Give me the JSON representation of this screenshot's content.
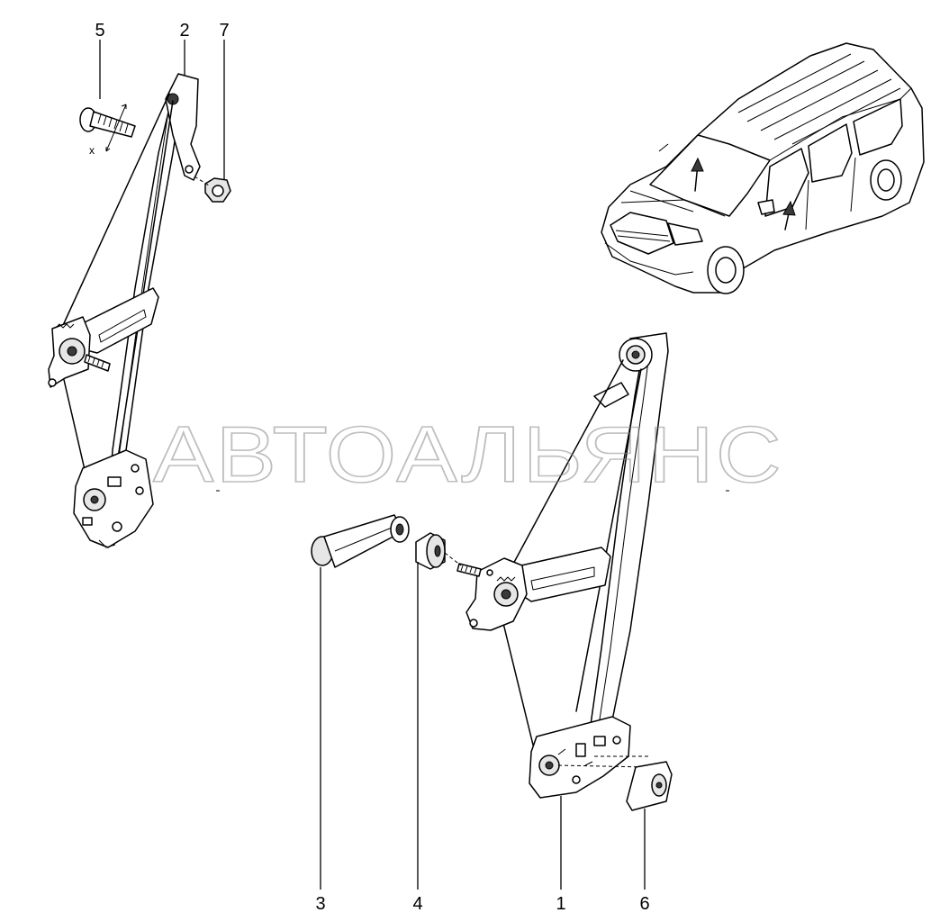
{
  "callouts": [
    {
      "id": "5",
      "label": "5"
    },
    {
      "id": "2",
      "label": "2"
    },
    {
      "id": "7",
      "label": "7"
    },
    {
      "id": "3",
      "label": "3"
    },
    {
      "id": "4",
      "label": "4"
    },
    {
      "id": "1",
      "label": "1"
    },
    {
      "id": "6",
      "label": "6"
    }
  ],
  "bolt_dimension_label": "x",
  "watermark": "АВТОАЛЬЯНС",
  "colors": {
    "line": "#000000",
    "watermark": "#8a8a8a",
    "background": "#ffffff"
  }
}
